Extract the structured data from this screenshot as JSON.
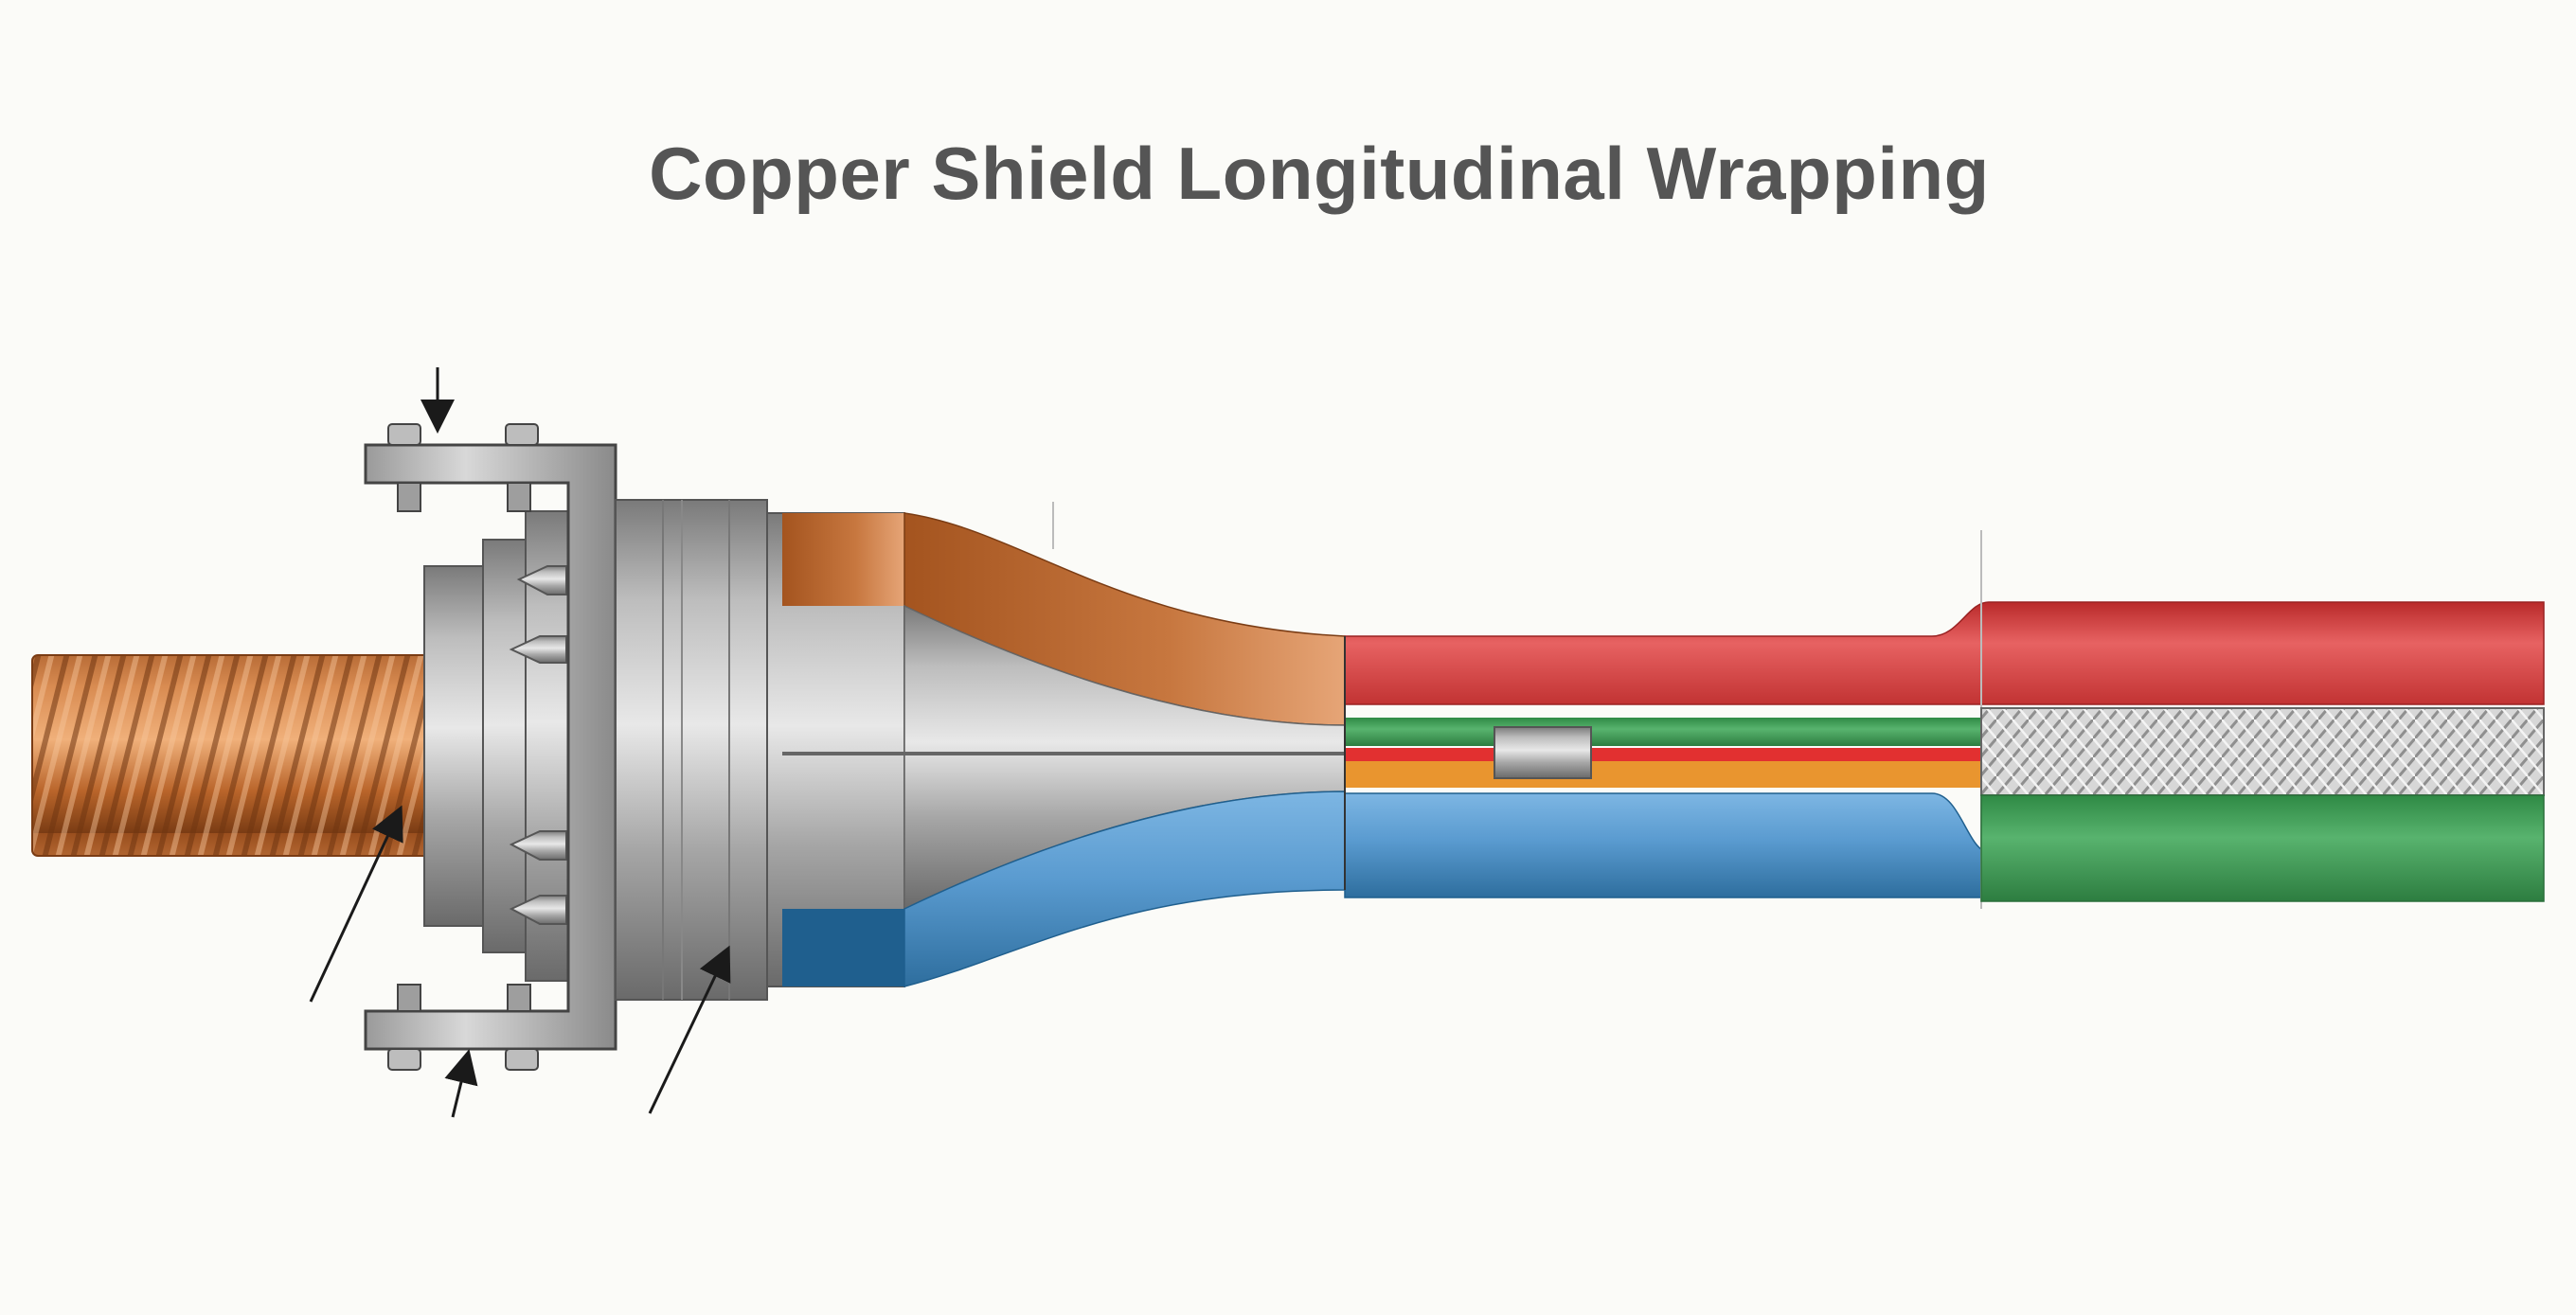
{
  "diagram": {
    "title": "Copper Shield Longitudinal Wrapping",
    "colors": {
      "background": "#fbfbf8",
      "copper": "#b8642a",
      "red_jacket": "#d63a3a",
      "green_layer": "#3f9a54",
      "blue_layer": "#4a8bc0",
      "orange_layer": "#e08a2a",
      "steel": "#a8a8a8",
      "braid": "#c8c8c8"
    },
    "components": [
      {
        "name": "copper-corrugated-tube",
        "icon": "coil-icon"
      },
      {
        "name": "mounting-clamp-bracket",
        "icon": "bracket-icon"
      },
      {
        "name": "forming-die-housing",
        "icon": "cylinder-icon"
      },
      {
        "name": "forming-cone",
        "icon": "cone-icon"
      },
      {
        "name": "cable-layers",
        "icon": "cable-icon"
      },
      {
        "name": "braided-shield",
        "icon": "braid-icon"
      }
    ],
    "arrows": [
      "top-bolt-arrow",
      "bottom-bolt-arrow",
      "coil-pointer",
      "housing-pointer"
    ]
  }
}
